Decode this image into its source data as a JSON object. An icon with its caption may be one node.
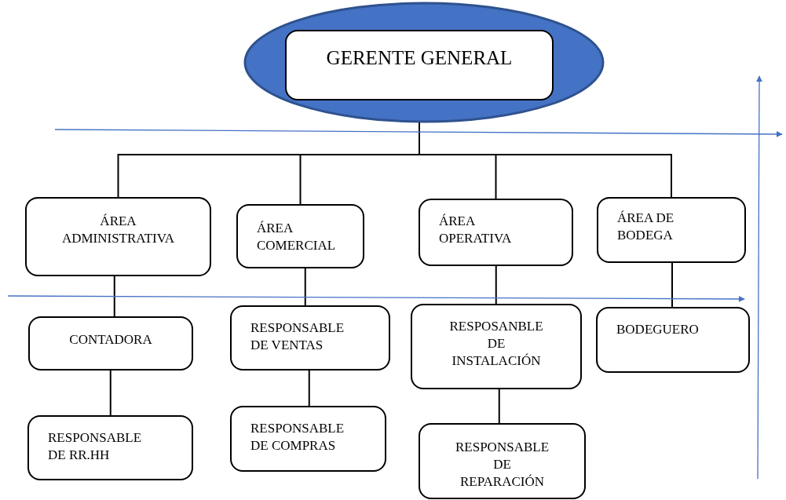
{
  "diagram": {
    "nodes": [
      {
        "text": [],
        "shape": "ellipse"
      },
      {
        "text": [
          "GERENTE GENERAL"
        ],
        "in": 0
      },
      {
        "text": [
          "ÁREA ADMINISTRATIVA"
        ]
      },
      {
        "text": [
          "ÁREA COMERCIAL"
        ]
      },
      {
        "text": [
          "ÁREA OPERATIVA"
        ]
      },
      {
        "text": [
          "ÁREA DE BODEGA"
        ]
      },
      {
        "text": [
          "CONTADORA"
        ]
      },
      {
        "text": [
          "RESPONSABLE DE VENTAS"
        ]
      },
      {
        "text": [
          "RESPOSANBLE DE INSTALACIÓN"
        ]
      },
      {
        "text": [
          "BODEGUERO"
        ]
      },
      {
        "text": [
          "RESPONSABLE DE RR.HH"
        ]
      },
      {
        "text": [
          "RESPONSABLE DE COMPRAS"
        ]
      },
      {
        "text": [
          "RESPONSABLE DE REPARACIÓN"
        ]
      }
    ],
    "edges": [
      {
        "from": 1,
        "to": 2,
        "arrow": "none"
      },
      {
        "from": 1,
        "to": 3,
        "arrow": "none"
      },
      {
        "from": 1,
        "to": 4,
        "arrow": "none"
      },
      {
        "from": 1,
        "to": 5,
        "arrow": "none"
      },
      {
        "from": 2,
        "to": 6,
        "arrow": "none"
      },
      {
        "from": 6,
        "to": 10,
        "arrow": "none"
      },
      {
        "from": 3,
        "to": 7,
        "arrow": "none"
      },
      {
        "from": 7,
        "to": 11,
        "arrow": "none"
      },
      {
        "from": 4,
        "to": 8,
        "arrow": "none"
      },
      {
        "from": 8,
        "to": 12,
        "arrow": "none"
      },
      {
        "from": 5,
        "to": 9,
        "arrow": "none"
      }
    ]
  }
}
